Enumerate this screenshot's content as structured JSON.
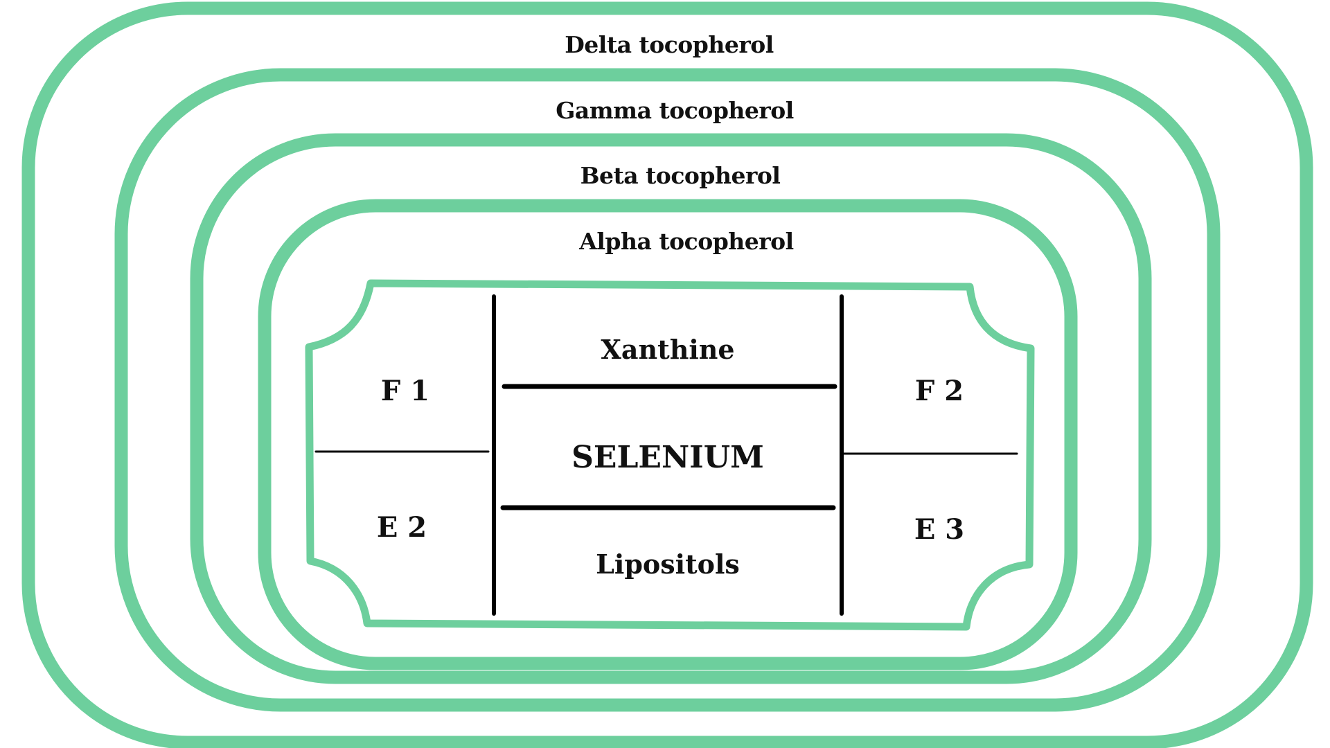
{
  "colors": {
    "accent_green": "#6dcf9d",
    "line_black": "#000000",
    "text": "#111111",
    "background": "#ffffff"
  },
  "layers": [
    {
      "name": "Delta tocopherol"
    },
    {
      "name": "Gamma tocopherol"
    },
    {
      "name": "Beta tocopherol"
    },
    {
      "name": "Alpha tocopherol"
    }
  ],
  "core": {
    "left_top": "F 1",
    "left_bottom": "E 2",
    "right_top": "F 2",
    "right_bottom": "E 3",
    "center_top": "Xanthine",
    "center_middle": "SELENIUM",
    "center_bottom": "Lipositols"
  }
}
